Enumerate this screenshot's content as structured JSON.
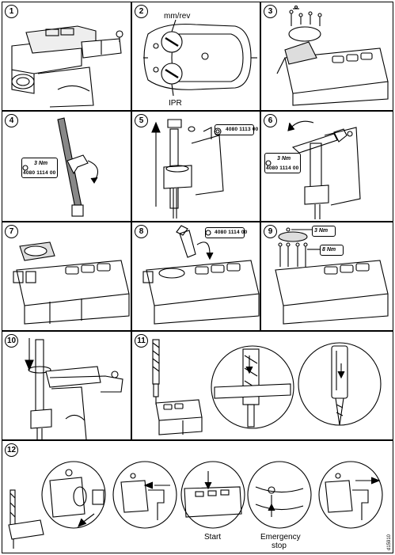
{
  "panels": [
    {
      "step": "1"
    },
    {
      "step": "2",
      "label_top": "mm/rev",
      "label_bottom": "IPR"
    },
    {
      "step": "3"
    },
    {
      "step": "4",
      "torque": "3 Nm",
      "part_number": "4080 1114 00"
    },
    {
      "step": "5",
      "part_number": "4080 1113 00"
    },
    {
      "step": "6",
      "torque": "3 Nm",
      "part_number": "4080 1114 00"
    },
    {
      "step": "7"
    },
    {
      "step": "8",
      "part_number": "4080 1114 00"
    },
    {
      "step": "9",
      "torque_a": "3 Nm",
      "torque_b": "8 Nm"
    },
    {
      "step": "10"
    },
    {
      "step": "11"
    },
    {
      "step": "12",
      "label_start": "Start",
      "label_estop_1": "Emergency",
      "label_estop_2": "stop"
    }
  ],
  "doc_id": "d15910"
}
